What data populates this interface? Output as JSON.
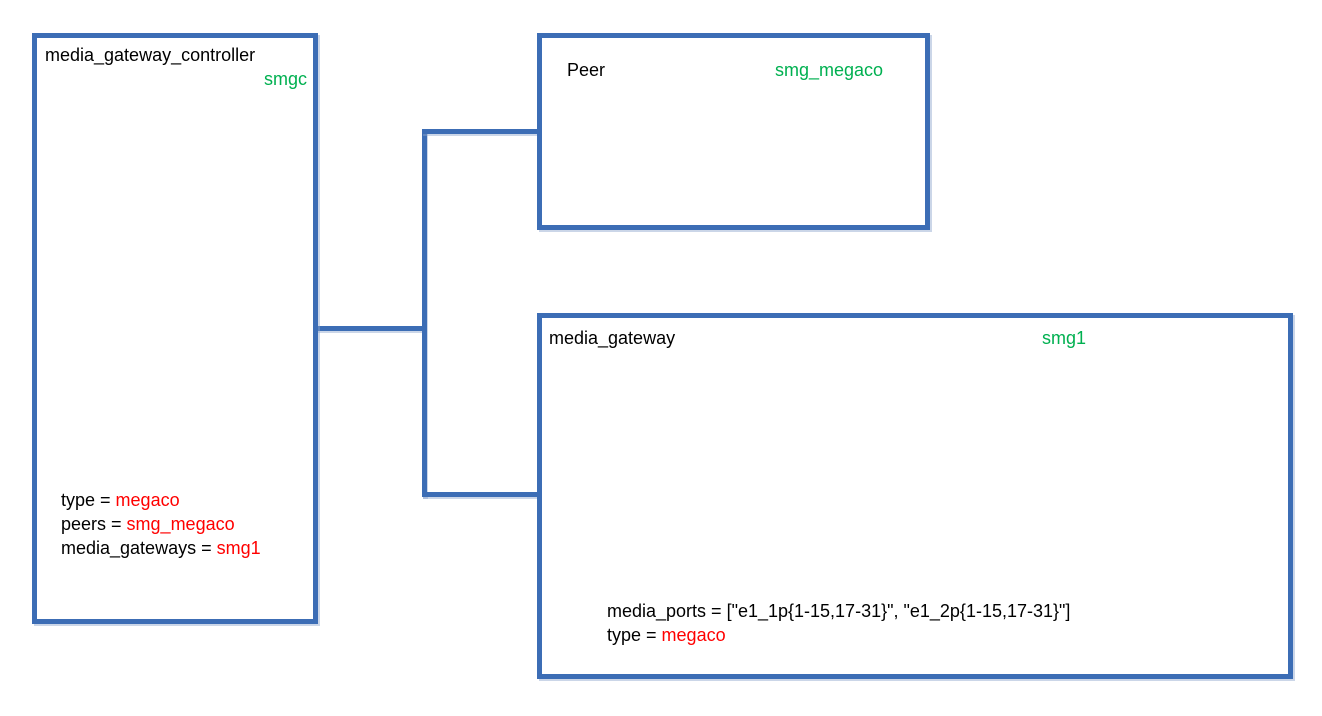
{
  "page": {
    "background": "#ffffff"
  },
  "colors": {
    "box_border": "#3C6DB5",
    "connector": "#3C6DB5",
    "title_text": "#000000",
    "instance_text": "#00B050",
    "value_text": "#FF0000"
  },
  "boxes": {
    "controller": {
      "title": "media_gateway_controller",
      "instance": "smgc",
      "properties": [
        {
          "label": "type = ",
          "value": "megaco"
        },
        {
          "label": "peers = ",
          "value": "smg_megaco"
        },
        {
          "label": "media_gateways = ",
          "value": "smg1"
        }
      ]
    },
    "peer": {
      "title": "Peer",
      "instance": "smg_megaco"
    },
    "media_gateway": {
      "title": "media_gateway",
      "instance": "smg1",
      "properties": [
        {
          "label": "media_ports = [\"e1_1p{1-15,17-31}\", \"e1_2p{1-15,17-31}\"]",
          "value": ""
        },
        {
          "label": "type = ",
          "value": "megaco"
        }
      ]
    }
  }
}
